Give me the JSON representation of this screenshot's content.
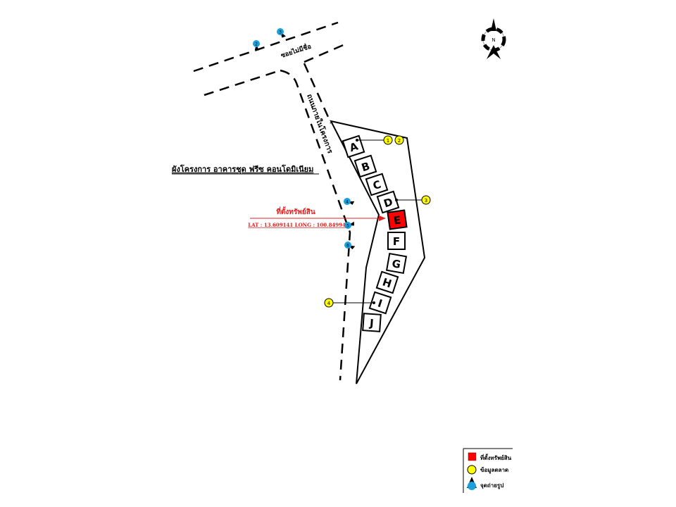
{
  "title": "ผังโครงการ อาคารชุด ฟรีซ คอนโดมิเนียม",
  "roads": {
    "top": "ซอยไม่มีชื่อ",
    "project": "ถนนภายในโครงการ"
  },
  "compass": {
    "label": "N"
  },
  "property": {
    "label": "ที่ตั้งทรัพย์สิน",
    "coords": "LAT : 13.609141 LONG : 100.849945",
    "color": "#ff0000"
  },
  "buildings": [
    "A",
    "B",
    "C",
    "D",
    "E",
    "F",
    "G",
    "H",
    "I",
    "J"
  ],
  "market_points": [
    "1",
    "2",
    "3",
    "4"
  ],
  "photo_points": [
    "2",
    "3",
    "4",
    "5",
    "6"
  ],
  "legend": [
    {
      "icon": "red-square",
      "label": "ที่ตั้งทรัพย์สิน"
    },
    {
      "icon": "yellow-circle",
      "label": "ข้อมูลตลาด"
    },
    {
      "icon": "blue-photo-marker",
      "label": "จุดถ่ายรูป"
    }
  ]
}
